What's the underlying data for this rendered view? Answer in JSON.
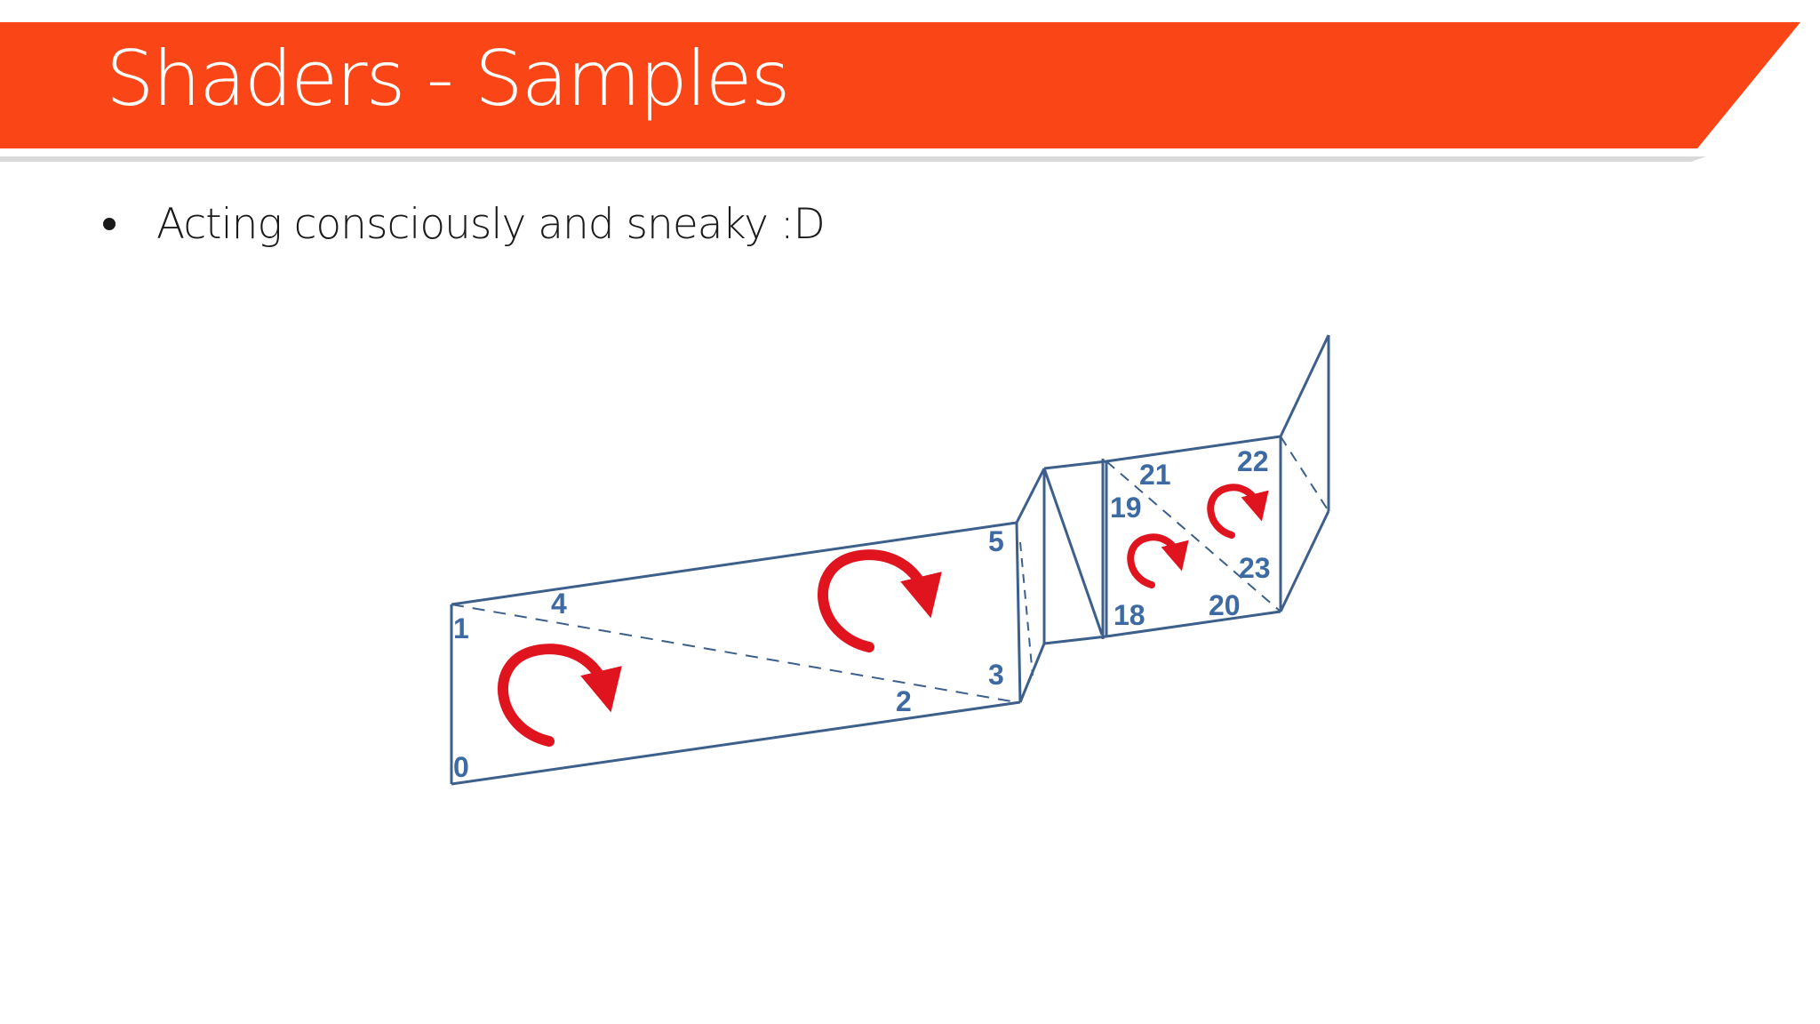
{
  "slide": {
    "title": "Shaders - Samples",
    "bullet": "Acting consciously and sneaky :D",
    "accent_color": "#fa4616"
  },
  "diagram": {
    "vertex_labels": [
      "0",
      "1",
      "2",
      "3",
      "4",
      "5",
      "18",
      "19",
      "20",
      "21",
      "22",
      "23"
    ],
    "icons": {
      "winding_arrow": "clockwise-arrow-icon"
    },
    "colors": {
      "edge": "#3d5f8c",
      "label": "#3d6aa3",
      "arrow": "#e0141e"
    }
  }
}
